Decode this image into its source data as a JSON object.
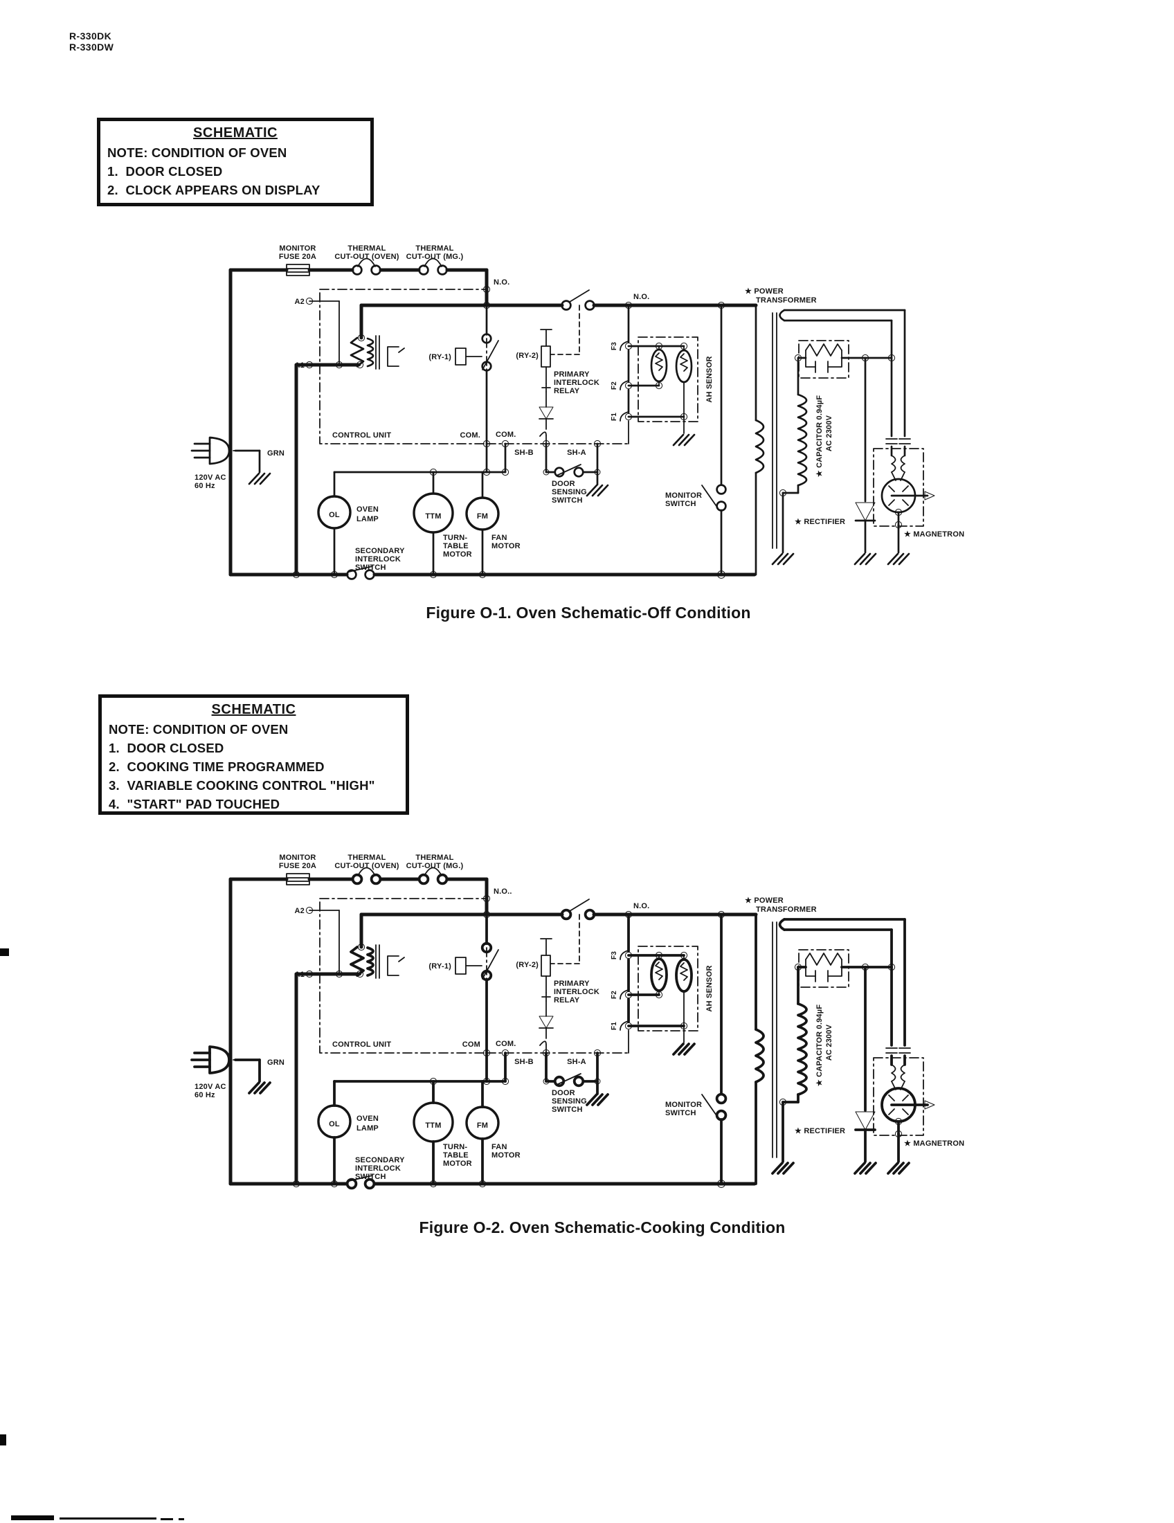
{
  "page": {
    "header_models": [
      "R-330DK",
      "R-330DW"
    ]
  },
  "note_box_1": {
    "title": "SCHEMATIC",
    "note_line": "NOTE: CONDITION OF OVEN",
    "items": [
      "1.  DOOR CLOSED",
      "2.  CLOCK APPEARS ON DISPLAY"
    ]
  },
  "note_box_2": {
    "title": "SCHEMATIC",
    "note_line": "NOTE: CONDITION OF OVEN",
    "items": [
      "1.  DOOR CLOSED",
      "2.  COOKING TIME PROGRAMMED",
      "3.  VARIABLE COOKING CONTROL \"HIGH\"",
      "4.  \"START\" PAD TOUCHED"
    ]
  },
  "figures": {
    "fig1_caption": "Figure O-1. Oven Schematic-Off Condition",
    "fig2_caption": "Figure O-2. Oven Schematic-Cooking Condition"
  },
  "colors": {
    "ink": "#151515",
    "paper": "#ffffff"
  },
  "schematics": {
    "s1": {
      "labels": {
        "monitor_fuse_1": "MONITOR",
        "monitor_fuse_2": "FUSE 20A",
        "thermal_oven_1": "THERMAL",
        "thermal_oven_2": "CUT-OUT (OVEN)",
        "thermal_mg_1": "THERMAL",
        "thermal_mg_2": "CUT-OUT (MG.)",
        "no_top": "N.O.",
        "no_mid": "N.O.",
        "a2": "A2",
        "a1": "A1",
        "ry1": "(RY-1)",
        "ry2": "(RY-2)",
        "pir_1": "PRIMARY",
        "pir_2": "INTERLOCK",
        "pir_3": "RELAY",
        "control_unit": "CONTROL UNIT",
        "com_left": "COM.",
        "com_right": "COM.",
        "sh_b": "SH-B",
        "sh_a": "SH-A",
        "door_1": "DOOR",
        "door_2": "SENSING",
        "door_3": "SWITCH",
        "monitor_sw_1": "MONITOR",
        "monitor_sw_2": "SWITCH",
        "f3": "F3",
        "f2": "F2",
        "f1": "F1",
        "ah_sensor": "AH SENSOR",
        "pt_1": "★ POWER",
        "pt_2": "TRANSFORMER",
        "cap_1": "★ CAPACITOR  0.94µF",
        "cap_2": "AC 2300V",
        "rectifier": "★ RECTIFIER",
        "magnetron": "★ MAGNETRON",
        "grn": "GRN",
        "supply_1": "120V AC",
        "supply_2": "60 Hz",
        "ol": "OL",
        "oven_lamp_1": "OVEN",
        "oven_lamp_2": "LAMP",
        "ttm": "TTM",
        "tt_1": "TURN-",
        "tt_2": "TABLE",
        "tt_3": "MOTOR",
        "fm": "FM",
        "fan_1": "FAN",
        "fan_2": "MOTOR",
        "sis_1": "SECONDARY",
        "sis_2": "INTERLOCK",
        "sis_3": "SWITCH"
      }
    },
    "s2": {
      "labels": {
        "monitor_fuse_1": "MONITOR",
        "monitor_fuse_2": "FUSE 20A",
        "thermal_oven_1": "THERMAL",
        "thermal_oven_2": "CUT-OUT (OVEN)",
        "thermal_mg_1": "THERMAL",
        "thermal_mg_2": "CUT-OUT (MG.)",
        "no_top": "N.O..",
        "no_mid": "N.O.",
        "a2": "A2",
        "a1": "A1",
        "ry1": "(RY-1)",
        "ry2": "(RY-2)",
        "pir_1": "PRIMARY",
        "pir_2": "INTERLOCK",
        "pir_3": "RELAY",
        "control_unit": "CONTROL UNIT",
        "com_left": "COM",
        "com_right": "COM.",
        "sh_b": "SH-B",
        "sh_a": "SH-A",
        "door_1": "DOOR",
        "door_2": "SENSING",
        "door_3": "SWITCH",
        "monitor_sw_1": "MONITOR",
        "monitor_sw_2": "SWITCH",
        "f3": "F3",
        "f2": "F2",
        "f1": "F1",
        "ah_sensor": "AH SENSOR",
        "pt_1": "★ POWER",
        "pt_2": "TRANSFORMER",
        "cap_1": "★ CAPACITOR  0.94µF",
        "cap_2": "AC 2300V",
        "rectifier": "★ RECTIFIER",
        "magnetron": "★ MAGNETRON",
        "grn": "GRN",
        "supply_1": "120V AC",
        "supply_2": "60 Hz",
        "ol": "OL",
        "oven_lamp_1": "OVEN",
        "oven_lamp_2": "LAMP",
        "ttm": "TTM",
        "tt_1": "TURN-",
        "tt_2": "TABLE",
        "tt_3": "MOTOR",
        "fm": "FM",
        "fan_1": "FAN",
        "fan_2": "MOTOR",
        "sis_1": "SECONDARY",
        "sis_2": "INTERLOCK",
        "sis_3": "SWITCH"
      }
    }
  }
}
